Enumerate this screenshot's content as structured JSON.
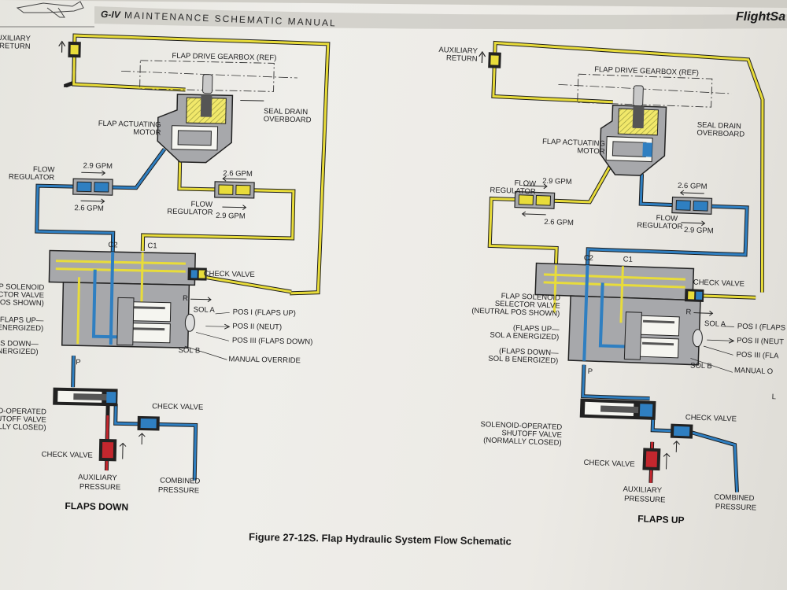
{
  "header": {
    "model": "G-IV",
    "title": "MAINTENANCE SCHEMATIC MANUAL",
    "brand": "FlightSa"
  },
  "left": {
    "auxiliary_return": [
      "AUXILIARY",
      "RETURN"
    ],
    "gearbox": "FLAP DRIVE GEARBOX (REF)",
    "seal_drain": [
      "SEAL DRAIN",
      "OVERBOARD"
    ],
    "motor": [
      "FLAP ACTUATING",
      "MOTOR"
    ],
    "flow_reg_a": [
      "FLOW",
      "REGULATOR"
    ],
    "rate_a_top": "2.9 GPM",
    "rate_a_bottom": "2.6 GPM",
    "rate_b_top": "2.6 GPM",
    "flow_reg_b": [
      "FLOW",
      "REGULATOR"
    ],
    "rate_b_bottom": "2.9 GPM",
    "port_c2": "C2",
    "port_c1": "C1",
    "check_valve_top": "CHECK VALVE",
    "selector": [
      "FLAP SOLENOID",
      "SELECTOR VALVE",
      "RAL POS SHOWN)"
    ],
    "flaps_up": [
      "(FLAPS UP—",
      "L A ENERGIZED)"
    ],
    "flaps_down": [
      "FLAPS DOWN—",
      "B ENERGIZED)"
    ],
    "port_r": "R",
    "port_p": "P",
    "sol_a": "SOL A",
    "sol_b": "SOL B",
    "pos1": "POS I (FLAPS UP)",
    "pos2": "POS II (NEUT)",
    "pos3": "POS III (FLAPS DOWN)",
    "manual_override": "MANUAL OVERRIDE",
    "shutoff": [
      "SOLENOID-OPERATED",
      "SHUTOFF VALVE",
      "(NORMALLY CLOSED)"
    ],
    "check_valve_mid": "CHECK VALVE",
    "check_valve_low": "CHECK VALVE",
    "aux_pressure": [
      "AUXILIARY",
      "PRESSURE"
    ],
    "combined_pressure": [
      "COMBINED",
      "PRESSURE"
    ],
    "mode": "FLAPS DOWN"
  },
  "right": {
    "auxiliary_return": [
      "AUXILIARY",
      "RETURN"
    ],
    "gearbox": "FLAP DRIVE GEARBOX (REF)",
    "seal_drain": [
      "SEAL DRAIN",
      "OVERBOARD"
    ],
    "motor": [
      "FLAP ACTUATING",
      "MOTOR"
    ],
    "flow_reg_a": [
      "FLOW",
      "REGULATOR"
    ],
    "rate_a_top": "2.9 GPM",
    "rate_a_bottom": "2.6 GPM",
    "rate_b_top": "2.6 GPM",
    "flow_reg_b": [
      "FLOW",
      "REGULATOR"
    ],
    "rate_b_bottom": "2.9 GPM",
    "port_c2": "C2",
    "port_c1": "C1",
    "check_valve_top": "CHECK VALVE",
    "selector": [
      "FLAP SOLENOID",
      "SELECTOR VALVE",
      "(NEUTRAL POS SHOWN)"
    ],
    "flaps_up": [
      "(FLAPS UP—",
      "SOL A ENERGIZED)"
    ],
    "flaps_down": [
      "(FLAPS DOWN—",
      "SOL B ENERGIZED)"
    ],
    "port_r": "R",
    "port_p": "P",
    "sol_a": "SOL A",
    "sol_b": "SOL B",
    "pos1": "POS I (FLAPS",
    "pos2": "POS II (NEUT",
    "pos3": "POS III (FLA",
    "manual_override": "MANUAL O",
    "shutoff": [
      "SOLENOID-OPERATED",
      "SHUTOFF VALVE",
      "(NORMALLY CLOSED)"
    ],
    "check_valve_mid": "CHECK VALVE",
    "check_valve_low": "CHECK VALVE",
    "aux_pressure": [
      "AUXILIARY",
      "PRESSURE"
    ],
    "combined_pressure": [
      "COMBINED",
      "PRESSURE"
    ],
    "mode": "FLAPS UP",
    "edge_letter": "L"
  },
  "caption": "Figure 27-12S.  Flap Hydraulic System Flow Schematic",
  "colors": {
    "pressure": "#2f7fc1",
    "return": "#e8dc3a",
    "auxiliary": "#c3272e",
    "pipe_outline": "#1e1e1e",
    "body_gray": "#a7a8ab"
  }
}
